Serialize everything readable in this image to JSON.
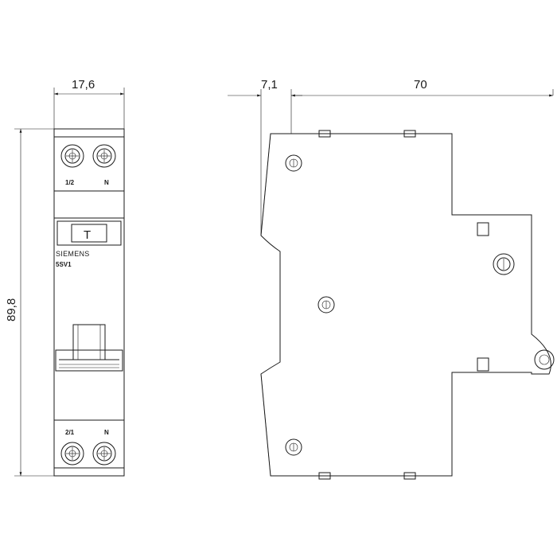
{
  "dimensions": {
    "width_front": "17,6",
    "height": "89,8",
    "offset_side": "7,1",
    "depth_side": "70"
  },
  "front_view": {
    "top_terminal_left_label": "1/2",
    "top_terminal_right_label": "N",
    "test_button_label": "T",
    "brand": "SIEMENS",
    "model": "5SV1",
    "bottom_terminal_left_label": "2/1",
    "bottom_terminal_right_label": "N"
  },
  "colors": {
    "line": "#1a1a1a",
    "background": "#ffffff"
  }
}
